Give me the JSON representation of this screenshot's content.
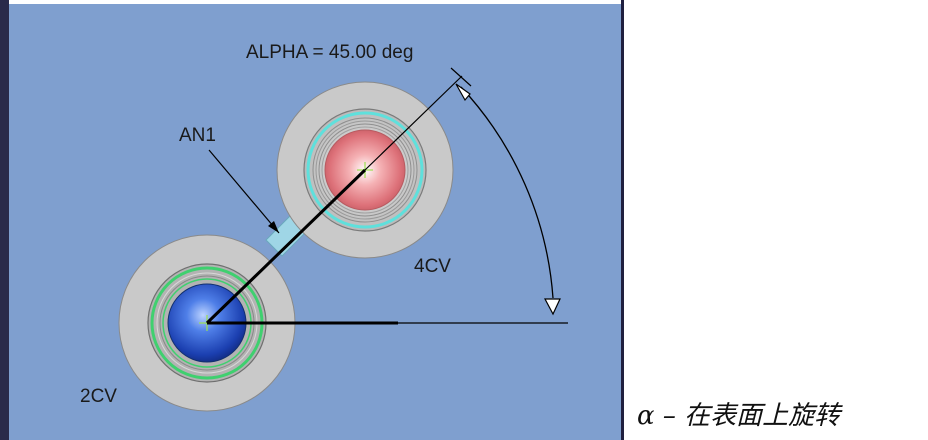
{
  "viewport": {
    "background_color": "#7f9fcf",
    "border_color": "#1f1f3f"
  },
  "annotations": {
    "angle_label": "ALPHA = 45.00 deg",
    "connector_label": "AN1",
    "part_top_label": "4CV",
    "part_bottom_label": "2CV"
  },
  "caption": {
    "text": "α – 在表面上旋转"
  },
  "parts": {
    "top": {
      "core_color": "#e27f86",
      "ring_color": "#5fe0dc"
    },
    "bottom": {
      "core_color": "#2d5ed8",
      "ring_color": "#3fd06f"
    }
  },
  "rotation": {
    "angle_deg": 45.0
  }
}
